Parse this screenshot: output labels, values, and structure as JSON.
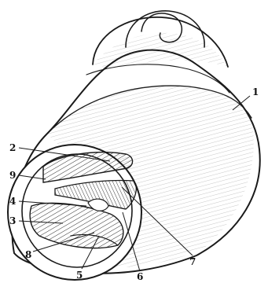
{
  "figure": {
    "labels": [
      {
        "id": "1",
        "text": "1"
      },
      {
        "id": "2",
        "text": "2"
      },
      {
        "id": "9",
        "text": "9"
      },
      {
        "id": "4",
        "text": "4"
      },
      {
        "id": "3",
        "text": "3"
      },
      {
        "id": "8",
        "text": "8"
      },
      {
        "id": "5",
        "text": "5"
      },
      {
        "id": "6",
        "text": "6"
      },
      {
        "id": "7",
        "text": "7"
      }
    ]
  }
}
